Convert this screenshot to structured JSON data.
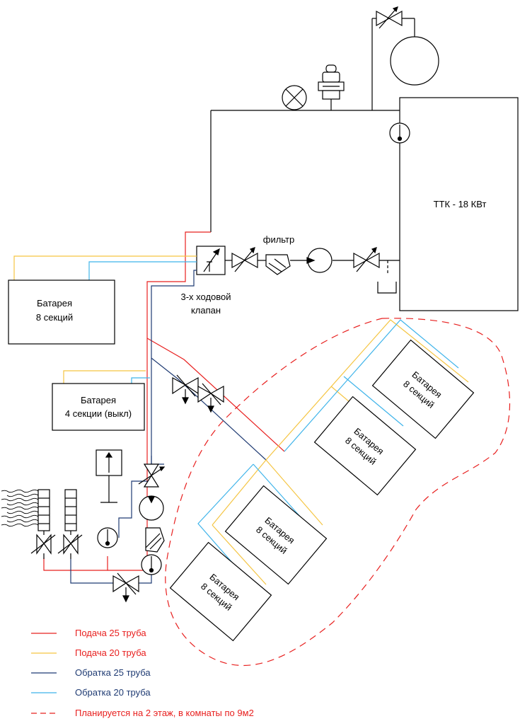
{
  "boiler": {
    "label": "ТТК - 18 КВт"
  },
  "valve3way": {
    "line1": "3-х ходовой",
    "line2": "клапан"
  },
  "filter": {
    "label": "фильтр"
  },
  "radiators": {
    "r1": {
      "line1": "Батарея",
      "line2": "8 секций"
    },
    "r2": {
      "line1": "Батарея",
      "line2": "4 секции (выкл)"
    },
    "up1": {
      "line1": "Батарея",
      "line2": "8 секций"
    },
    "up2": {
      "line1": "Батарея",
      "line2": "8 секций"
    },
    "up3": {
      "line1": "Батарея",
      "line2": "8 секций"
    },
    "up4": {
      "line1": "Батарея",
      "line2": "8 секций"
    }
  },
  "colors": {
    "supply25": "#e8201f",
    "supply20": "#f5c542",
    "return25": "#1f3b73",
    "return20": "#3fb4ea",
    "planned": "#e8201f",
    "pipe": "#000000"
  },
  "legend": [
    {
      "label": "Подача 25 труба",
      "color": "#e8201f",
      "dashed": false
    },
    {
      "label": "Подача 20 труба",
      "color": "#f5c542",
      "dashed": false
    },
    {
      "label": "Обратка 25 труба",
      "color": "#1f3b73",
      "dashed": false
    },
    {
      "label": "Обратка 20 труба",
      "color": "#3fb4ea",
      "dashed": false
    },
    {
      "label": "Планируется на 2 этаж, в комнаты по 9м2",
      "color": "#e8201f",
      "dashed": true
    }
  ]
}
